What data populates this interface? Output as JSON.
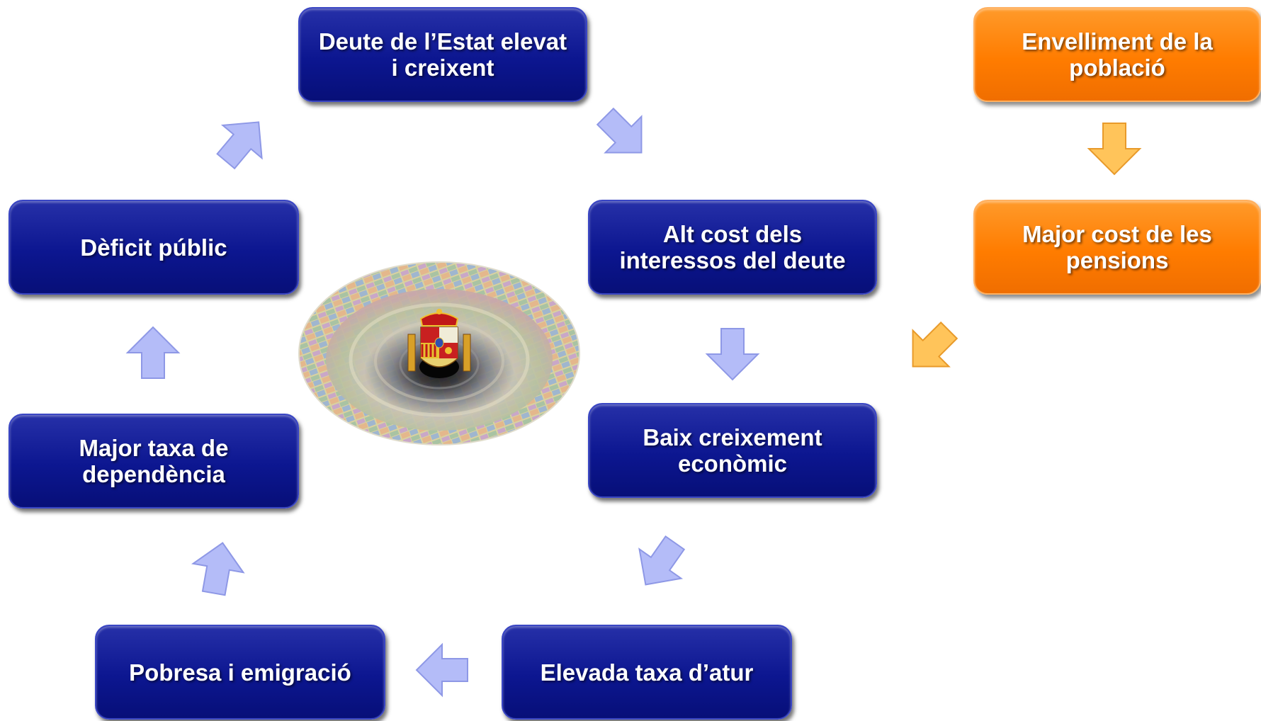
{
  "boxes": {
    "deute": "Deute de l’Estat elevat i creixent",
    "alt_cost": "Alt cost dels interessos del deute",
    "baix": "Baix creixement econòmic",
    "atur": "Elevada taxa d’atur",
    "pobresa": "Pobresa i emigració",
    "dependencia": "Major taxa de dependència",
    "deficit": "Dèficit públic",
    "envelliment": "Envelliment de la població",
    "pensions": "Major cost de les pensions"
  },
  "colors": {
    "box_blue": "#0c1690",
    "box_orange": "#ff7c00",
    "arrow_blue": "#b4bcf8",
    "arrow_orange": "#ffc45a"
  },
  "icons": {
    "center": "money-vortex-coat-of-arms-image"
  }
}
